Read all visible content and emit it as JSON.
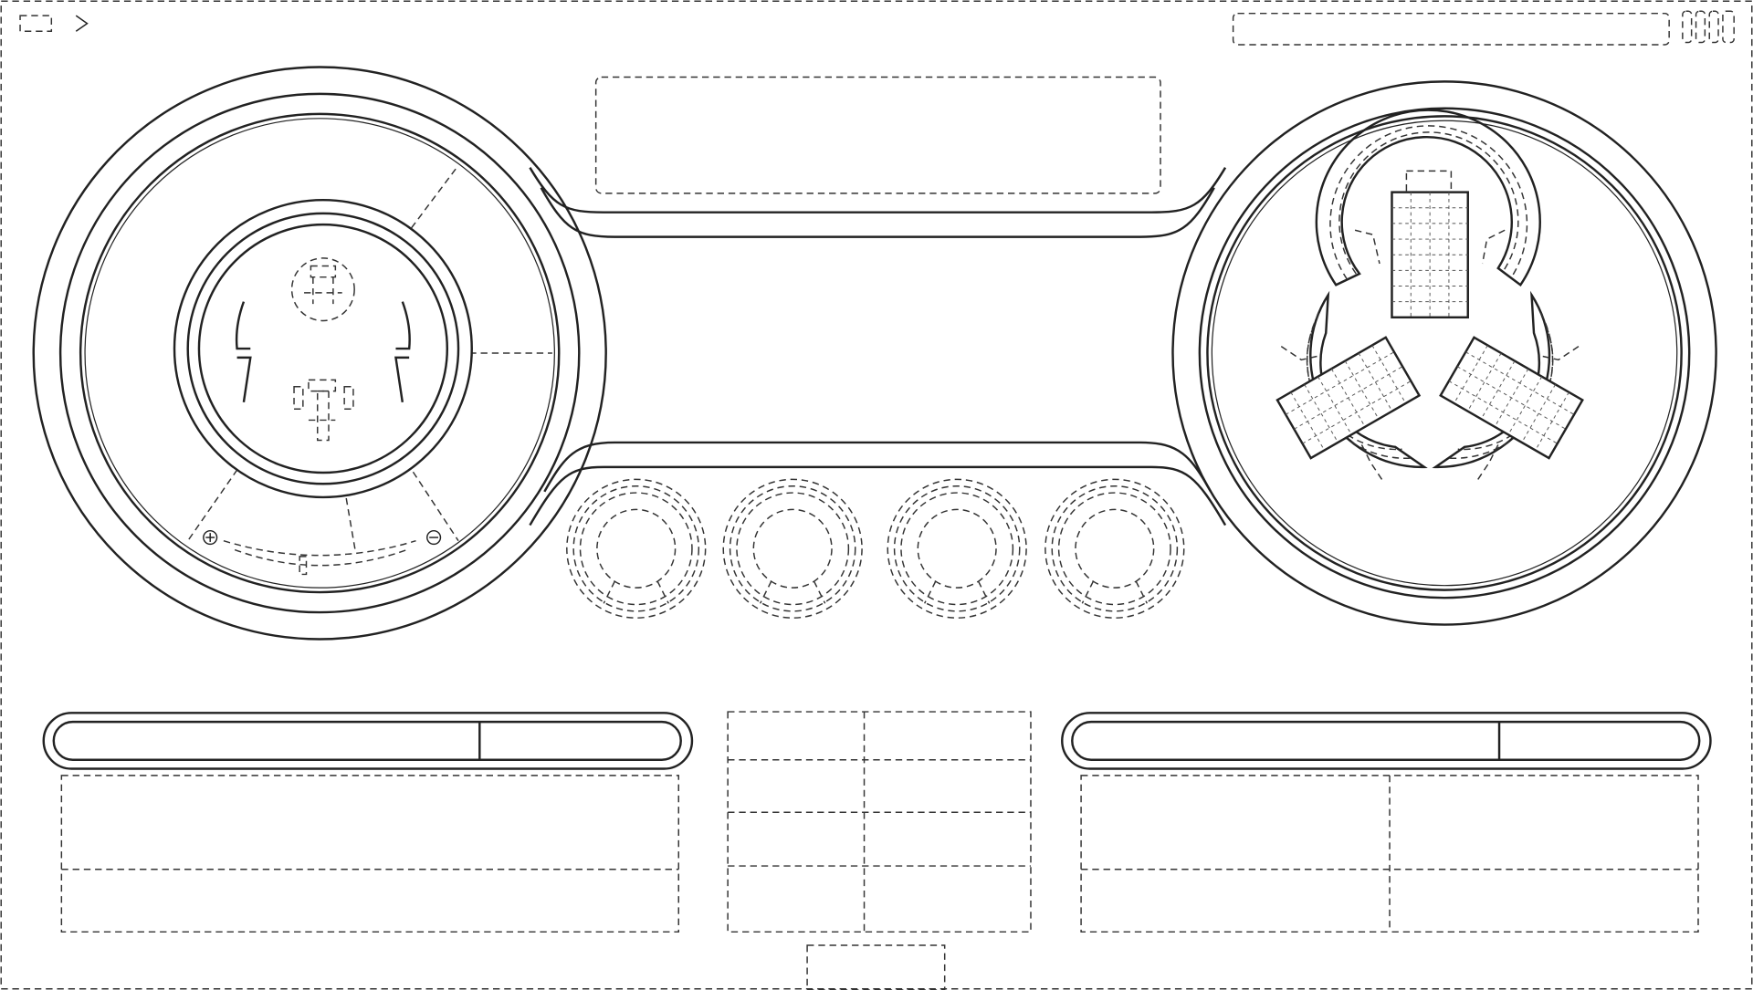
{
  "colors": {
    "line": "#222222",
    "dashed": "#333333",
    "background": "#ffffff"
  },
  "top_bar": {
    "menu_icon": "rectangle-icon",
    "expand_icon": "chevron-right-icon",
    "status_icons": [
      "battery-segment-icon",
      "battery-segment-icon",
      "battery-segment-icon",
      "battery-segment-icon"
    ]
  },
  "left_gauge": {
    "icons": [
      "engine-icon",
      "temperature-icon"
    ],
    "scale_min_icon": "plus-icon",
    "scale_max_icon": "minus-icon"
  },
  "right_gauge": {
    "shape": "trefoil"
  },
  "dials": {
    "count": 4
  },
  "bottom_left_panel": {
    "table_rows": 2,
    "table_columns": 1
  },
  "bottom_center_panel": {
    "table_rows": 4,
    "table_columns": 2
  },
  "bottom_right_panel": {
    "table_rows": 2,
    "table_columns": 2
  }
}
